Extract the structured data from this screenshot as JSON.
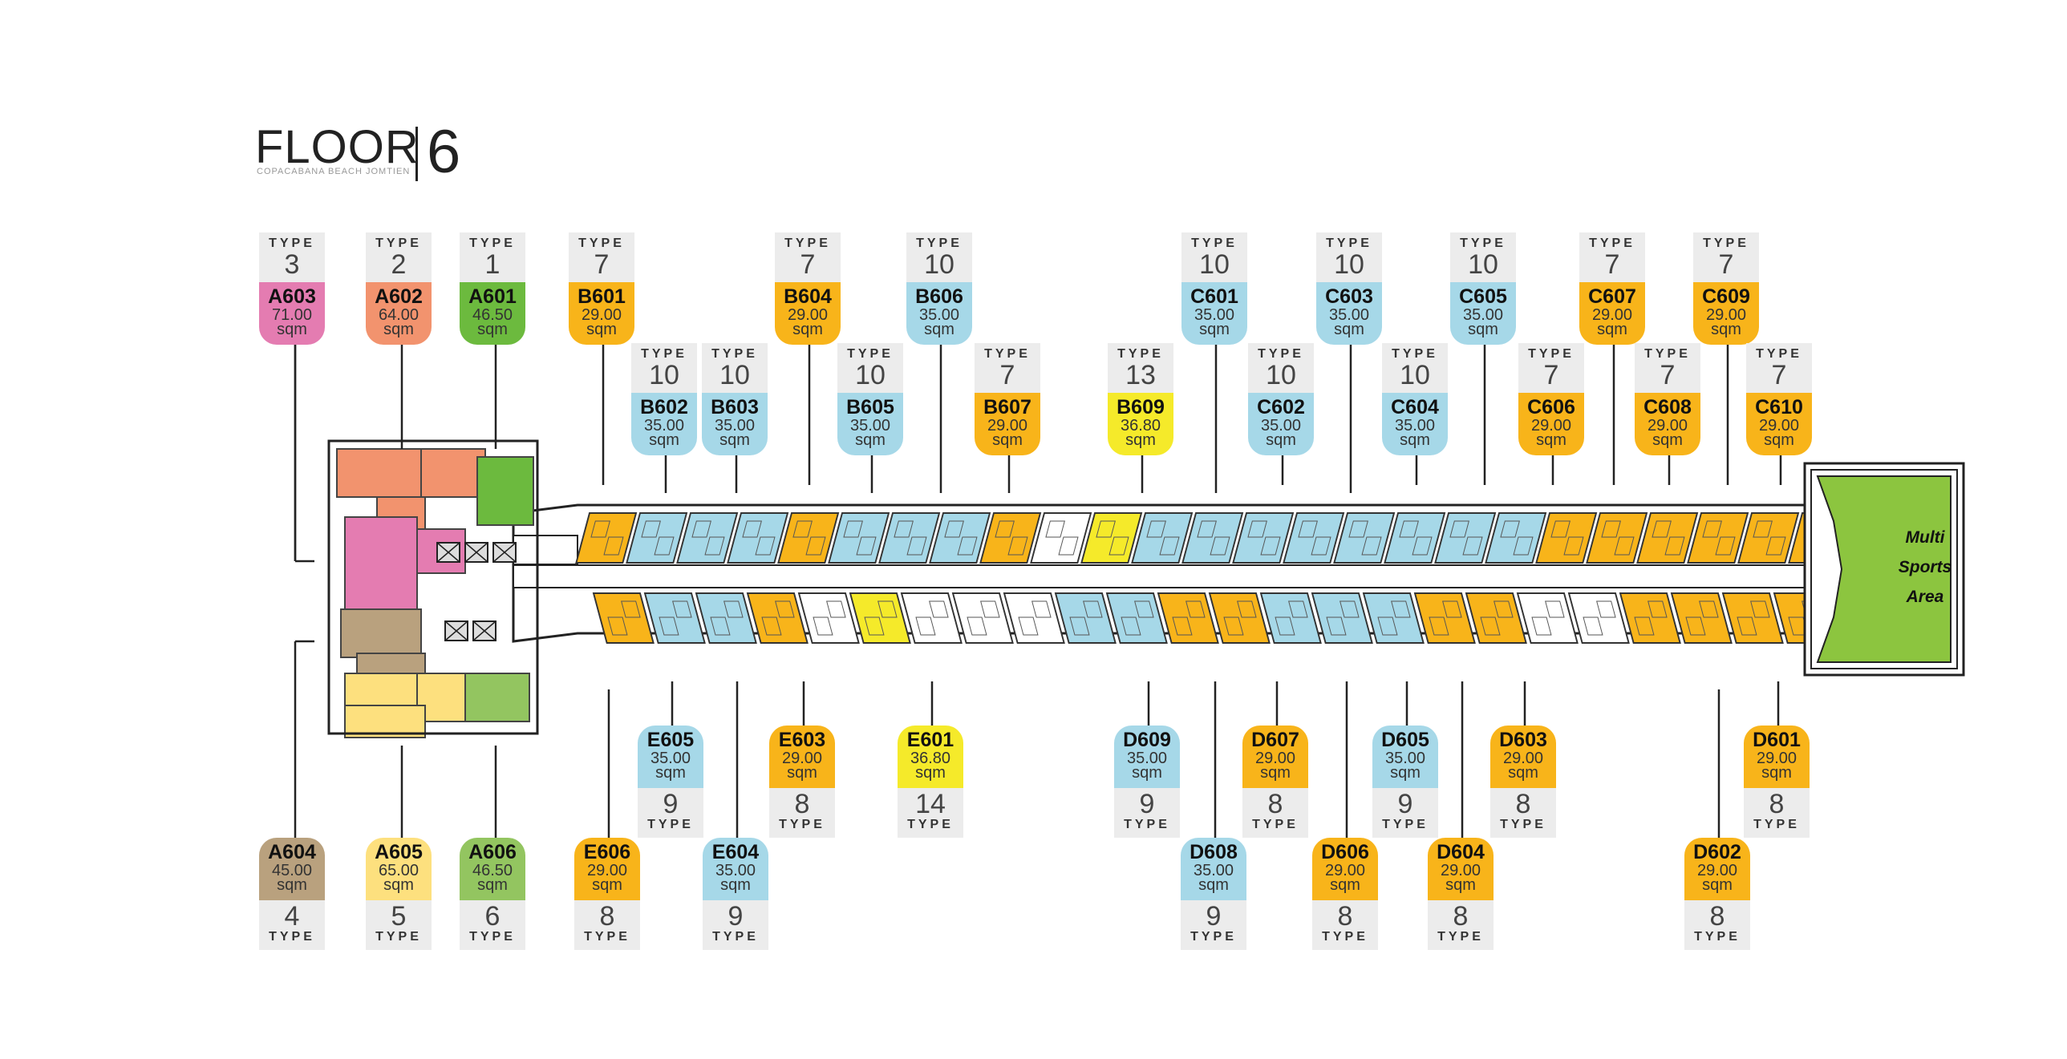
{
  "title": {
    "word": "FLOOR",
    "subtitle": "COPACABANA BEACH JOMTIEN",
    "number": "6"
  },
  "type_label": "TYPE",
  "sports_area": {
    "line1": "Multi",
    "line2": "Sports",
    "line3": "Area"
  },
  "colors": {
    "pink": "#e47cb1",
    "salmon": "#f2936e",
    "green": "#6cba3e",
    "orange": "#f8b41a",
    "blue": "#a6d8e8",
    "yellow": "#f5ea2a",
    "tan": "#b9a17e",
    "lightyellow": "#fde07e",
    "lightgreen": "#93c560",
    "sports": "#8cc53f"
  },
  "units_top": [
    {
      "id": "A603",
      "area": "71.00",
      "sqm": "sqm",
      "type": "3",
      "color": "pink"
    },
    {
      "id": "A602",
      "area": "64.00",
      "sqm": "sqm",
      "type": "2",
      "color": "salmon"
    },
    {
      "id": "A601",
      "area": "46.50",
      "sqm": "sqm",
      "type": "1",
      "color": "green"
    },
    {
      "id": "B601",
      "area": "29.00",
      "sqm": "sqm",
      "type": "7",
      "color": "orange"
    },
    {
      "id": "B604",
      "area": "29.00",
      "sqm": "sqm",
      "type": "7",
      "color": "orange"
    },
    {
      "id": "B606",
      "area": "35.00",
      "sqm": "sqm",
      "type": "10",
      "color": "blue"
    },
    {
      "id": "C601",
      "area": "35.00",
      "sqm": "sqm",
      "type": "10",
      "color": "blue"
    },
    {
      "id": "C603",
      "area": "35.00",
      "sqm": "sqm",
      "type": "10",
      "color": "blue"
    },
    {
      "id": "C605",
      "area": "35.00",
      "sqm": "sqm",
      "type": "10",
      "color": "blue"
    },
    {
      "id": "C607",
      "area": "29.00",
      "sqm": "sqm",
      "type": "7",
      "color": "orange"
    },
    {
      "id": "C609",
      "area": "29.00",
      "sqm": "sqm",
      "type": "7",
      "color": "orange"
    },
    {
      "id": "B602",
      "area": "35.00",
      "sqm": "sqm",
      "type": "10",
      "color": "blue"
    },
    {
      "id": "B603",
      "area": "35.00",
      "sqm": "sqm",
      "type": "10",
      "color": "blue"
    },
    {
      "id": "B605",
      "area": "35.00",
      "sqm": "sqm",
      "type": "10",
      "color": "blue"
    },
    {
      "id": "B607",
      "area": "29.00",
      "sqm": "sqm",
      "type": "7",
      "color": "orange"
    },
    {
      "id": "B609",
      "area": "36.80",
      "sqm": "sqm",
      "type": "13",
      "color": "yellow"
    },
    {
      "id": "C602",
      "area": "35.00",
      "sqm": "sqm",
      "type": "10",
      "color": "blue"
    },
    {
      "id": "C604",
      "area": "35.00",
      "sqm": "sqm",
      "type": "10",
      "color": "blue"
    },
    {
      "id": "C606",
      "area": "29.00",
      "sqm": "sqm",
      "type": "7",
      "color": "orange"
    },
    {
      "id": "C608",
      "area": "29.00",
      "sqm": "sqm",
      "type": "7",
      "color": "orange"
    },
    {
      "id": "C610",
      "area": "29.00",
      "sqm": "sqm",
      "type": "7",
      "color": "orange"
    }
  ],
  "units_bottom": [
    {
      "id": "E605",
      "area": "35.00",
      "sqm": "sqm",
      "type": "9",
      "color": "blue"
    },
    {
      "id": "E603",
      "area": "29.00",
      "sqm": "sqm",
      "type": "8",
      "color": "orange"
    },
    {
      "id": "E601",
      "area": "36.80",
      "sqm": "sqm",
      "type": "14",
      "color": "yellow"
    },
    {
      "id": "D609",
      "area": "35.00",
      "sqm": "sqm",
      "type": "9",
      "color": "blue"
    },
    {
      "id": "D607",
      "area": "29.00",
      "sqm": "sqm",
      "type": "8",
      "color": "orange"
    },
    {
      "id": "D605",
      "area": "35.00",
      "sqm": "sqm",
      "type": "9",
      "color": "blue"
    },
    {
      "id": "D603",
      "area": "29.00",
      "sqm": "sqm",
      "type": "8",
      "color": "orange"
    },
    {
      "id": "D601",
      "area": "29.00",
      "sqm": "sqm",
      "type": "8",
      "color": "orange"
    },
    {
      "id": "A604",
      "area": "45.00",
      "sqm": "sqm",
      "type": "4",
      "color": "tan"
    },
    {
      "id": "A605",
      "area": "65.00",
      "sqm": "sqm",
      "type": "5",
      "color": "lightyellow"
    },
    {
      "id": "A606",
      "area": "46.50",
      "sqm": "sqm",
      "type": "6",
      "color": "lightgreen"
    },
    {
      "id": "E606",
      "area": "29.00",
      "sqm": "sqm",
      "type": "8",
      "color": "orange"
    },
    {
      "id": "E604",
      "area": "35.00",
      "sqm": "sqm",
      "type": "9",
      "color": "blue"
    },
    {
      "id": "D608",
      "area": "35.00",
      "sqm": "sqm",
      "type": "9",
      "color": "blue"
    },
    {
      "id": "D606",
      "area": "29.00",
      "sqm": "sqm",
      "type": "8",
      "color": "orange"
    },
    {
      "id": "D604",
      "area": "29.00",
      "sqm": "sqm",
      "type": "8",
      "color": "orange"
    },
    {
      "id": "D602",
      "area": "29.00",
      "sqm": "sqm",
      "type": "8",
      "color": "orange"
    }
  ]
}
